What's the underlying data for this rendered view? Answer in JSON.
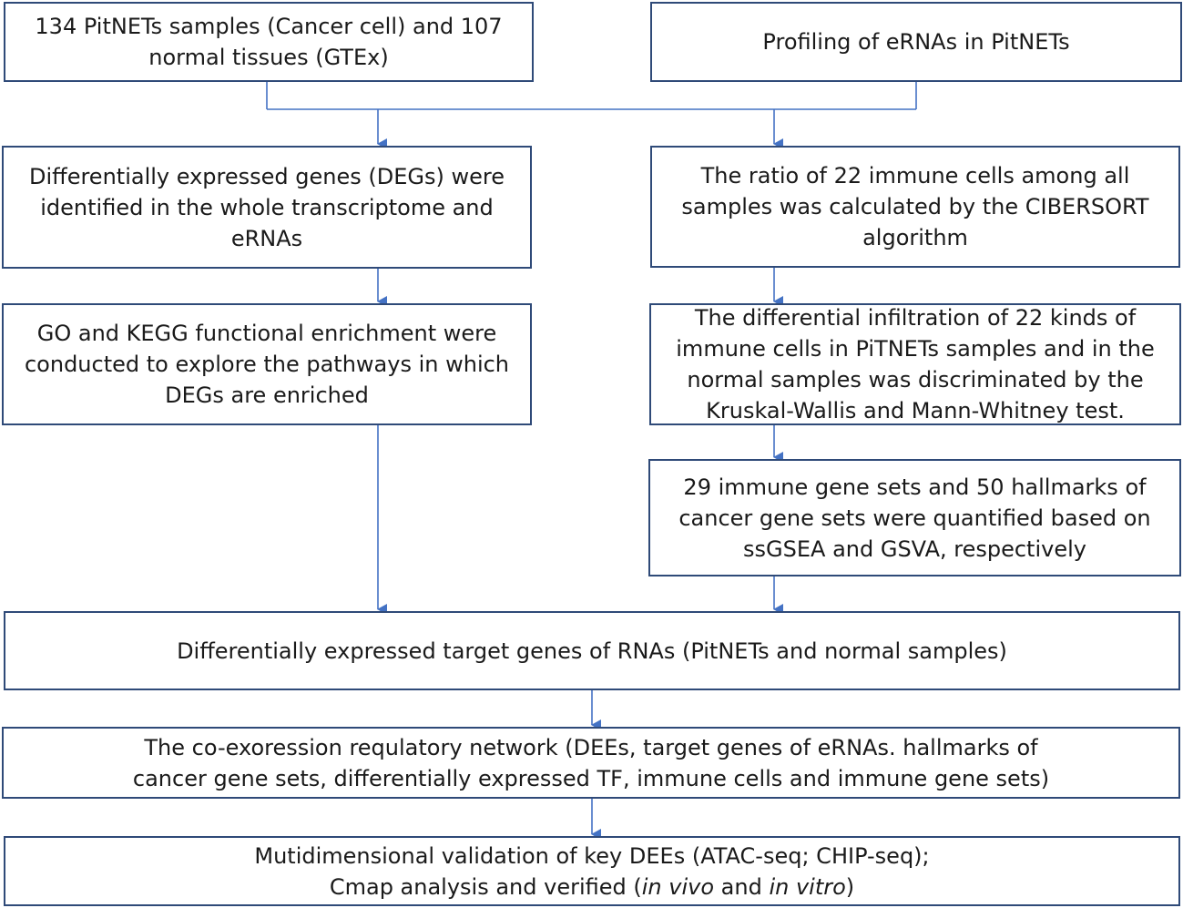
{
  "colors": {
    "box_border": "#2f4a78",
    "connector": "#4472c4",
    "text": "#1a1a1a"
  },
  "boxes": {
    "samples": "134 PitNETs samples (Cancer cell) and 107 normal tissues (GTEx)",
    "profiling": "Profiling of eRNAs in PitNETs",
    "degs": "Differentially expressed genes (DEGs) were identified in the whole transcriptome and eRNAs",
    "cibersort": "The ratio of 22 immune cells among all samples was calculated by the CIBERSORT algorithm",
    "go_kegg": "GO and KEGG functional enrichment were conducted to explore the pathways in which DEGs are enriched",
    "infiltration": "The differential infiltration of 22 kinds of immune cells in PiTNETs samples and in the normal samples was discriminated by the Kruskal-Wallis and Mann-Whitney test.",
    "ssgsea": "29 immune gene sets and 50 hallmarks of cancer gene sets were quantified based on ssGSEA and GSVA, respectively",
    "targets": "Differentially expressed target genes of RNAs (PitNETs and normal samples)",
    "network": "The co-exoression requlatory network (DEEs, target genes of eRNAs. hallmarks of cancer gene sets, differentially expressed TF, immune cells and immune gene sets)",
    "validation": {
      "line1": "Mutidimensional validation of key DEEs (ATAC-seq; CHIP-seq);",
      "line2_prefix": "Cmap analysis and verified (",
      "line2_italic1": "in vivo",
      "line2_mid": " and ",
      "line2_italic2": "in vitro",
      "line2_suffix": ")"
    }
  }
}
